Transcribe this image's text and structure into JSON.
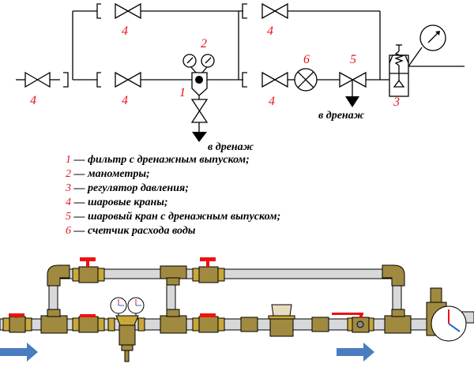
{
  "schematic": {
    "labels": {
      "valve": "4",
      "filter": "1",
      "gauges": "2",
      "regulator": "3",
      "drain_valve": "5",
      "meter": "6"
    },
    "drain_text": "в дренаж"
  },
  "legend": [
    {
      "num": "1",
      "text": "— фильтр с дренажным выпуском;"
    },
    {
      "num": "2",
      "text": "— манометры;"
    },
    {
      "num": "3",
      "text": "— регулятор давления;"
    },
    {
      "num": "4",
      "text": "— шаровые краны;"
    },
    {
      "num": "5",
      "text": "— шаровый кран с дренажным выпуском;"
    },
    {
      "num": "6",
      "text": "— счетчик расхода воды"
    }
  ],
  "colors": {
    "label_red": "#e8141e",
    "brass": "#a08a40",
    "pipe": "#d6d8da",
    "flow_arrow": "#4a7cc0",
    "handle": "#ee1111"
  }
}
